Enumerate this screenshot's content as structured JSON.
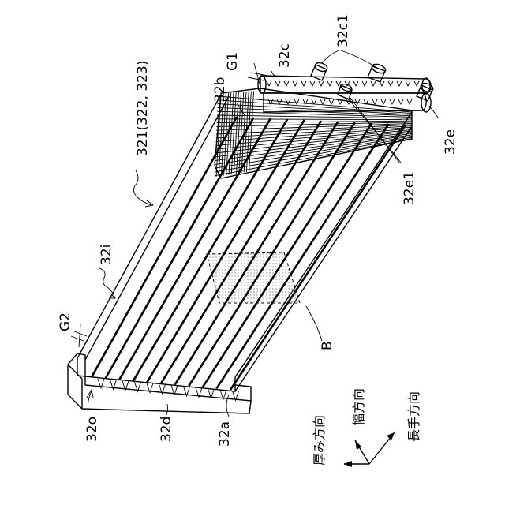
{
  "labels": {
    "main": "321(322, 323)",
    "fin_front": "32i",
    "gap_top": "G1",
    "gap_bottom": "G2",
    "header_upper": "32c",
    "pipe_upper": "32c1",
    "header_lower": "32e",
    "pipe_lower": "32e1",
    "fins_end": "32b",
    "region": "B",
    "outlet_end": "32o",
    "plate": "32d",
    "tubes": "32a"
  },
  "directions": {
    "thickness": "厚み方向",
    "width": "幅方向",
    "length": "長手方向"
  },
  "tube_count": 11
}
